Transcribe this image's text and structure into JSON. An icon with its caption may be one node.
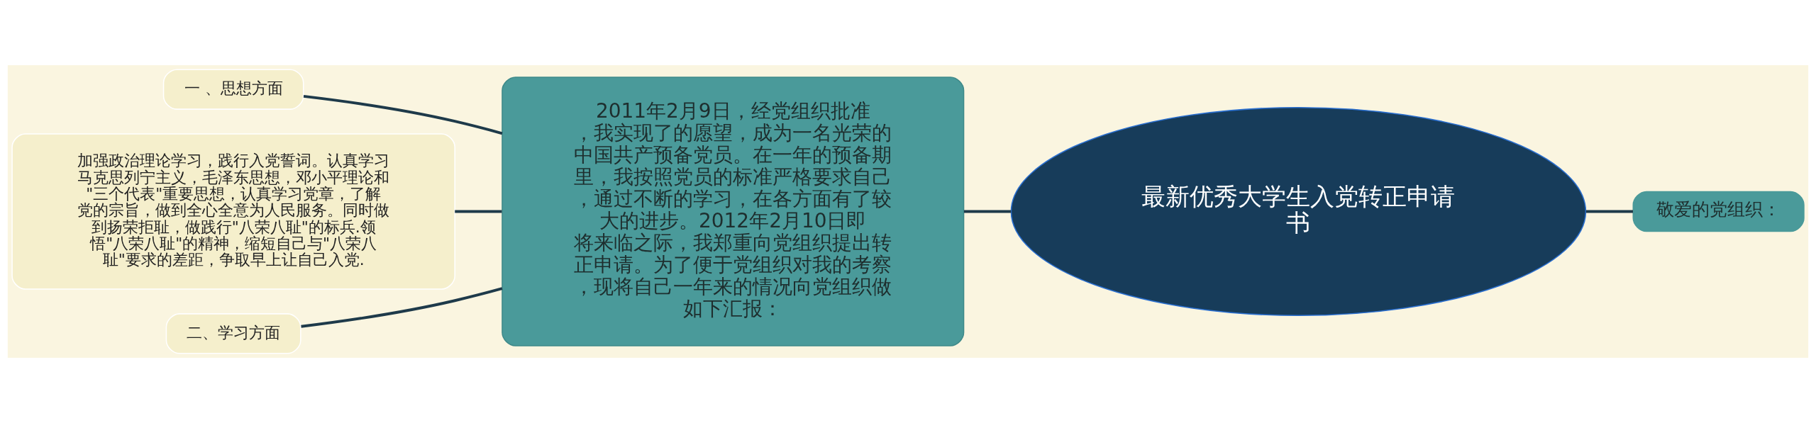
{
  "diagram": {
    "nodes": [
      {
        "text": [
          "最新优秀大学生入党转正申请书"
        ]
      },
      {
        "text": [
          "敬爱的党组织："
        ]
      },
      {
        "text": [
          "2011年2月9日，经党组织批准，我实现了的愿望，成为一名光荣的中国共产预备党员。在一年的预备期里，我按照党员的标准严格要求自己，通过不断的学习，在各方面有了较大的进步。2012年2月10日即将来临之际，我郑重向党组织提出转正申请。为了便于党组织对我的考察，现将自己一年来的情况向党组织做如下汇报："
        ]
      },
      {
        "text": [
          "一 、思想方面"
        ]
      },
      {
        "text": [
          "加强政治理论学习，践行入党誓词。认真学习马克思列宁主义，毛泽东思想，邓小平理论和\"三个代表\"重要思想，认真学习党章，了解党的宗旨，做到全心全意为人民服务。同时做到扬荣拒耻，做践行\"八荣八耻\"的标兵.领悟\"八荣八耻\"的精神，缩短自己与\"八荣八耻\"要求的差距，争取早上让自己入党."
        ]
      },
      {
        "text": [
          "二、学习方面"
        ]
      }
    ],
    "edges": [
      {
        "from": 0,
        "to": 1,
        "arrow": "none"
      },
      {
        "from": 0,
        "to": 2,
        "arrow": "none"
      },
      {
        "from": 2,
        "to": 3,
        "arrow": "none"
      },
      {
        "from": 2,
        "to": 4,
        "arrow": "none"
      },
      {
        "from": 2,
        "to": 5,
        "arrow": "none"
      }
    ]
  }
}
